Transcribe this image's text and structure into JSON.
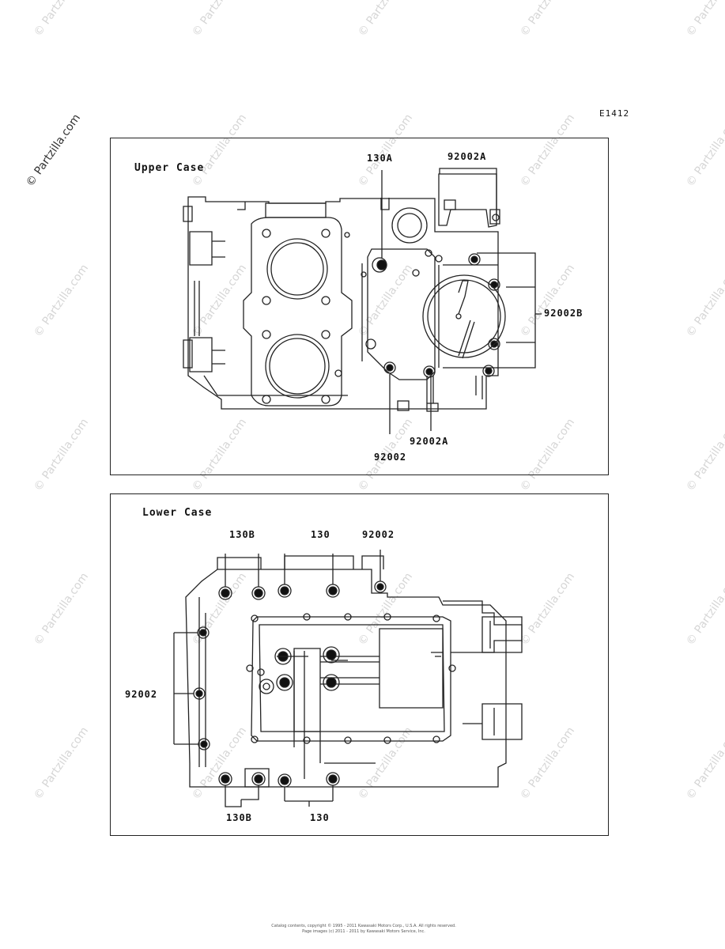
{
  "watermark": "© Partzilla.com",
  "figure_code": "E1412",
  "upper": {
    "title": "Upper Case",
    "labels": {
      "l130a": "130A",
      "l92002a_top": "92002A",
      "l92002b": "92002B",
      "l92002a_bottom": "92002A",
      "l92002": "92002"
    }
  },
  "lower": {
    "title": "Lower Case",
    "labels": {
      "l130b_top": "130B",
      "l130_top": "130",
      "l92002_top": "92002",
      "l92002_left": "92002",
      "l130b_bottom": "130B",
      "l130_bottom": "130"
    }
  },
  "footer": {
    "line1": "Catalog contents, copyright © 1995 - 2011 Kawasaki Motors Corp., U.S.A. All rights reserved.",
    "line2": "Page images (c) 2011 - 2011 by Kawasaki Motors Service, Inc."
  }
}
